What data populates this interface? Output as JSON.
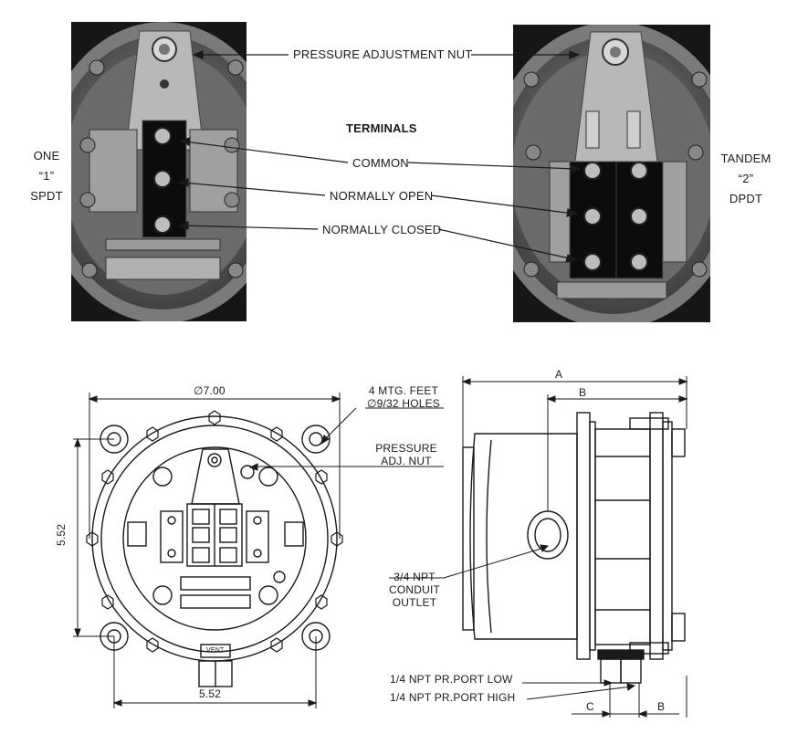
{
  "photos": {
    "left": {
      "side_label": [
        "ONE",
        "“1”",
        "SPDT"
      ]
    },
    "right": {
      "side_label": [
        "TANDEM",
        "“2”",
        "DPDT"
      ]
    }
  },
  "callouts": {
    "pressure_adjustment_nut": "PRESSURE ADJUSTMENT NUT",
    "terminals_heading": "TERMINALS",
    "common": "COMMON",
    "normally_open": "NORMALLY OPEN",
    "normally_closed": "NORMALLY CLOSED"
  },
  "front_view": {
    "diameter": "∅7.00",
    "height_dim": "5.52",
    "width_dim": "5.52",
    "mounting_feet": [
      "4 MTG. FEET",
      "∅9/32 HOLES"
    ],
    "pressure_adj_nut": [
      "PRESSURE",
      "ADJ. NUT"
    ],
    "vent": "VENT"
  },
  "side_view": {
    "dim_a": "A",
    "dim_b_top": "B",
    "dim_b_bottom": "B",
    "dim_c": "C",
    "conduit_outlet": [
      "3/4 NPT",
      "CONDUIT",
      "OUTLET"
    ],
    "port_low": "1/4 NPT PR.PORT LOW",
    "port_high": "1/4 NPT PR.PORT HIGH"
  },
  "colors": {
    "ink": "#1a1a1a",
    "photo_dark": "#1b1b1b",
    "photo_metal": "#9a9a9a"
  }
}
